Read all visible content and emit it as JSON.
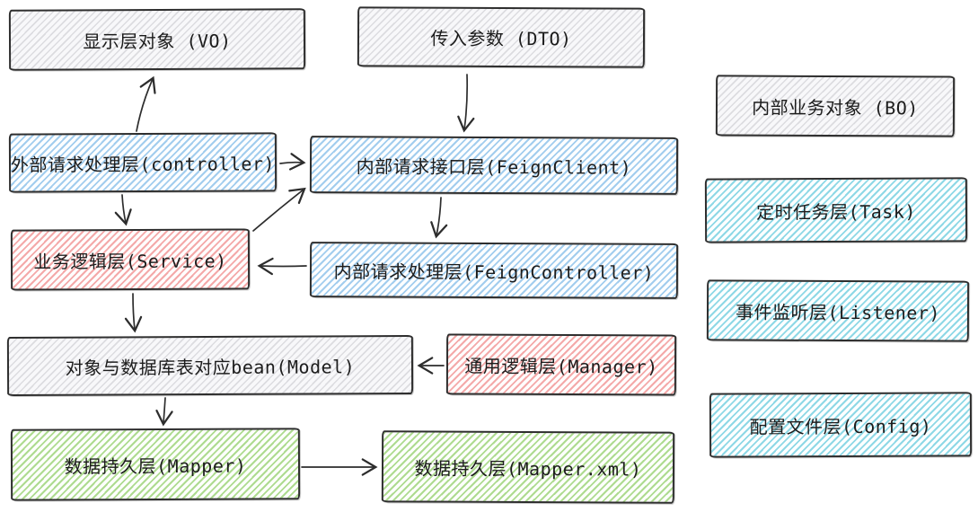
{
  "diagram": {
    "background": "#ffffff",
    "stroke_color": "#2d2d2d",
    "palette": {
      "gray": "#dcdce0",
      "blue": "#a2cdee",
      "red": "#f4a9a9",
      "green": "#aedb90",
      "cyan": "#8ed8e6"
    },
    "nodes": [
      {
        "id": "vo",
        "label": "显示层对象 (VO)",
        "color": "gray"
      },
      {
        "id": "dto",
        "label": "传入参数 (DTO)",
        "color": "gray"
      },
      {
        "id": "controller",
        "label": "外部请求处理层(controller)",
        "color": "blue"
      },
      {
        "id": "feign-client",
        "label": "内部请求接口层(FeignClient)",
        "color": "blue"
      },
      {
        "id": "service",
        "label": "业务逻辑层(Service)",
        "color": "red"
      },
      {
        "id": "feign-controller",
        "label": "内部请求处理层(FeignController)",
        "color": "blue"
      },
      {
        "id": "model",
        "label": "对象与数据库表对应bean(Model)",
        "color": "gray"
      },
      {
        "id": "manager",
        "label": "通用逻辑层(Manager)",
        "color": "red"
      },
      {
        "id": "mapper",
        "label": "数据持久层(Mapper)",
        "color": "green"
      },
      {
        "id": "mapper-xml",
        "label": "数据持久层(Mapper.xml)",
        "color": "green"
      },
      {
        "id": "bo",
        "label": "内部业务对象 (BO)",
        "color": "gray"
      },
      {
        "id": "task",
        "label": "定时任务层(Task)",
        "color": "cyan"
      },
      {
        "id": "listener",
        "label": "事件监听层(Listener)",
        "color": "cyan"
      },
      {
        "id": "config",
        "label": "配置文件层(Config)",
        "color": "cyan"
      }
    ],
    "edges": [
      {
        "from": "controller",
        "to": "vo"
      },
      {
        "from": "dto",
        "to": "feign-client"
      },
      {
        "from": "controller",
        "to": "feign-client"
      },
      {
        "from": "service",
        "to": "feign-client"
      },
      {
        "from": "feign-client",
        "to": "feign-controller"
      },
      {
        "from": "feign-controller",
        "to": "service"
      },
      {
        "from": "controller",
        "to": "service"
      },
      {
        "from": "service",
        "to": "model"
      },
      {
        "from": "model",
        "to": "mapper"
      },
      {
        "from": "manager",
        "to": "model"
      },
      {
        "from": "mapper",
        "to": "mapper-xml"
      }
    ]
  }
}
